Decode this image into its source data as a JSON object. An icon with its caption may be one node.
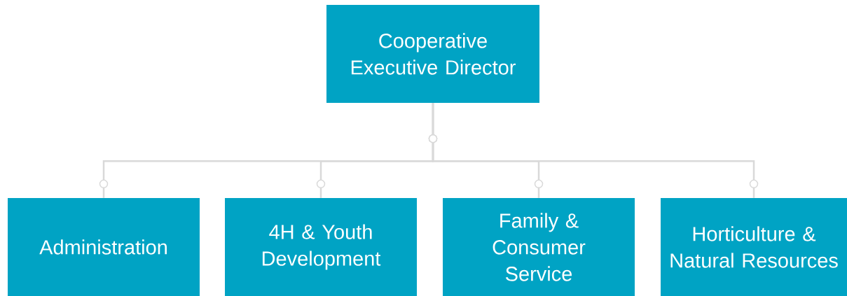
{
  "diagram": {
    "nodes": [
      {
        "text": [
          "Cooperative Executive Director"
        ]
      },
      {
        "text": [
          "Administration"
        ]
      },
      {
        "text": [
          "4H & Youth Development"
        ]
      },
      {
        "text": [
          "Family & Consumer Service"
        ]
      },
      {
        "text": [
          "Horticulture & Natural Resources"
        ]
      }
    ],
    "edges": [
      {
        "from": 0,
        "to": 1,
        "arrow": "none"
      },
      {
        "from": 0,
        "to": 2,
        "arrow": "none"
      },
      {
        "from": 0,
        "to": 3,
        "arrow": "none"
      },
      {
        "from": 0,
        "to": 4,
        "arrow": "none"
      }
    ]
  }
}
